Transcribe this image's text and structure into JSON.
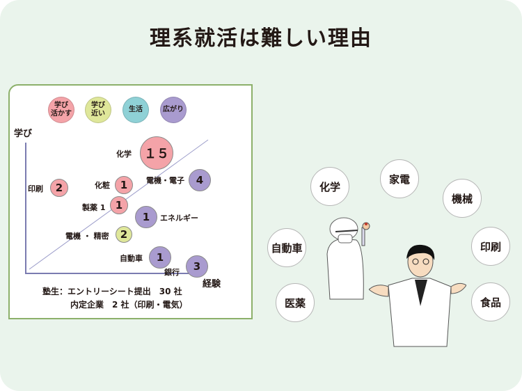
{
  "title": "理系就活は難しい理由",
  "colors": {
    "background": "#eaf4ec",
    "panel_border": "#8cb06a",
    "axis": "#7a7bb0",
    "pink": "#f4a3a8",
    "yellow_green": "#dfe79a",
    "cyan": "#8fd1d6",
    "purple": "#a99bcf"
  },
  "chart": {
    "legend": [
      {
        "label": "学び\n活かす",
        "line1": "学び",
        "line2": "活かす",
        "color": "#f4a3a8"
      },
      {
        "label": "学び\n近い",
        "line1": "学び",
        "line2": "近い",
        "color": "#dfe79a"
      },
      {
        "label": "生活",
        "line1": "生活",
        "line2": "",
        "color": "#8fd1d6"
      },
      {
        "label": "広がり",
        "line1": "広がり",
        "line2": "",
        "color": "#a99bcf"
      }
    ],
    "y_axis_label": "学び",
    "x_axis_label": "経験",
    "bubbles": [
      {
        "label": "化学",
        "value": "１５",
        "category": "学び活かす"
      },
      {
        "label": "印刷",
        "value": "2",
        "category": "学び活かす"
      },
      {
        "label": "化粧",
        "value": "1",
        "category": "学び活かす"
      },
      {
        "label": "製薬 1",
        "value": "1",
        "category": "学び活かす"
      },
      {
        "label": "電機・電子",
        "value": "4",
        "category": "広がり"
      },
      {
        "label": "エネルギー",
        "value": "1",
        "category": "広がり"
      },
      {
        "label": "電機 ・ 精密",
        "value": "2",
        "category": "学び近い"
      },
      {
        "label": "自動車",
        "value": "1",
        "category": "広がり"
      },
      {
        "label": "銀行",
        "value": "3",
        "category": "広がり"
      }
    ],
    "note_line1": "塾生：エントリーシート提出　30 社",
    "note_line2": "内定企業　2 社（印刷・電気）"
  },
  "chart_data": {
    "type": "scatter",
    "title": "理系就活は難しい理由",
    "xlabel": "経験",
    "ylabel": "学び",
    "legend": [
      "学び活かす",
      "学び近い",
      "生活",
      "広がり"
    ],
    "series": [
      {
        "name": "学び活かす",
        "points": [
          {
            "label": "化学",
            "value": 15
          },
          {
            "label": "印刷",
            "value": 2
          },
          {
            "label": "化粧",
            "value": 1
          },
          {
            "label": "製薬",
            "value": 1
          }
        ]
      },
      {
        "name": "学び近い",
        "points": [
          {
            "label": "電機・精密",
            "value": 2
          }
        ]
      },
      {
        "name": "生活",
        "points": []
      },
      {
        "name": "広がり",
        "points": [
          {
            "label": "電機・電子",
            "value": 4
          },
          {
            "label": "エネルギー",
            "value": 1
          },
          {
            "label": "自動車",
            "value": 1
          },
          {
            "label": "銀行",
            "value": 3
          }
        ]
      }
    ],
    "annotations": [
      "塾生：エントリーシート提出 30 社",
      "内定企業 2 社（印刷・電気）"
    ]
  },
  "industries": [
    "化学",
    "家電",
    "機械",
    "自動車",
    "印刷",
    "医薬",
    "食品"
  ]
}
